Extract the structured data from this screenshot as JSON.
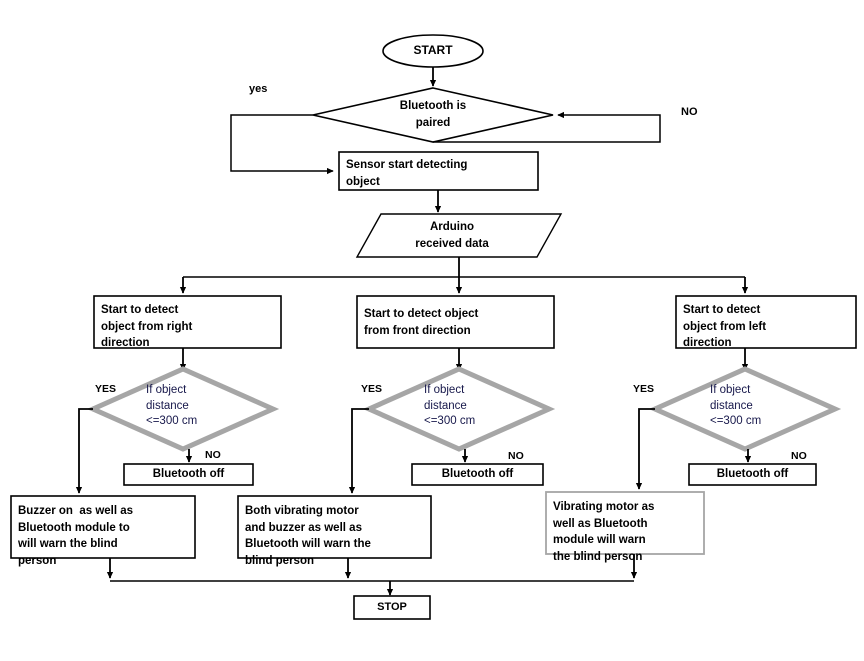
{
  "diagram": {
    "title": "Blind person assistance system flowchart",
    "colors": {
      "stroke_black": "#000000",
      "stroke_gray": "#A6A6A6",
      "text_dark": "#000000",
      "text_navy": "#17184B",
      "background": "#FFFFFF"
    }
  },
  "nodes": {
    "start": {
      "label": "START",
      "shape": "ellipse"
    },
    "bluetooth_paired": {
      "label": "Bluetooth is\npaired",
      "shape": "diamond"
    },
    "sensor_start": {
      "label": "Sensor start detecting\nobject",
      "shape": "process"
    },
    "arduino_data": {
      "label": "Arduino\nreceived data",
      "shape": "parallelogram"
    },
    "detect_right": {
      "label": "Start to detect\nobject from right\ndirection",
      "shape": "process"
    },
    "detect_front": {
      "label": "Start to detect object\nfrom front direction",
      "shape": "process"
    },
    "detect_left": {
      "label": "Start to detect\nobject from left\ndirection",
      "shape": "process"
    },
    "distance_right": {
      "label": "If object\ndistance\n<=300 cm",
      "shape": "diamond"
    },
    "distance_front": {
      "label": "If object\ndistance\n<=300 cm",
      "shape": "diamond"
    },
    "distance_left": {
      "label": "If object\ndistance\n<=300 cm",
      "shape": "diamond"
    },
    "bluetooth_off_right": {
      "label": "Bluetooth off",
      "shape": "process"
    },
    "bluetooth_off_front": {
      "label": "Bluetooth off",
      "shape": "process"
    },
    "bluetooth_off_left": {
      "label": "Bluetooth off",
      "shape": "process"
    },
    "action_right": {
      "label": "Buzzer on  as well as\nBluetooth module to\nwill warn the blind\nperson",
      "shape": "process"
    },
    "action_front": {
      "label": "Both vibrating motor\nand buzzer as well as\nBluetooth will warn the\nblind person",
      "shape": "process"
    },
    "action_left": {
      "label": "Vibrating motor as\nwell as Bluetooth\nmodule will warn\nthe blind person",
      "shape": "process"
    },
    "stop": {
      "label": "STOP",
      "shape": "process"
    }
  },
  "edge_labels": {
    "yes_paired": "yes",
    "no_paired": "NO",
    "yes_right": "YES",
    "no_right": "NO",
    "yes_front": "YES",
    "no_front": "NO",
    "yes_left": "YES",
    "no_left": "NO"
  }
}
